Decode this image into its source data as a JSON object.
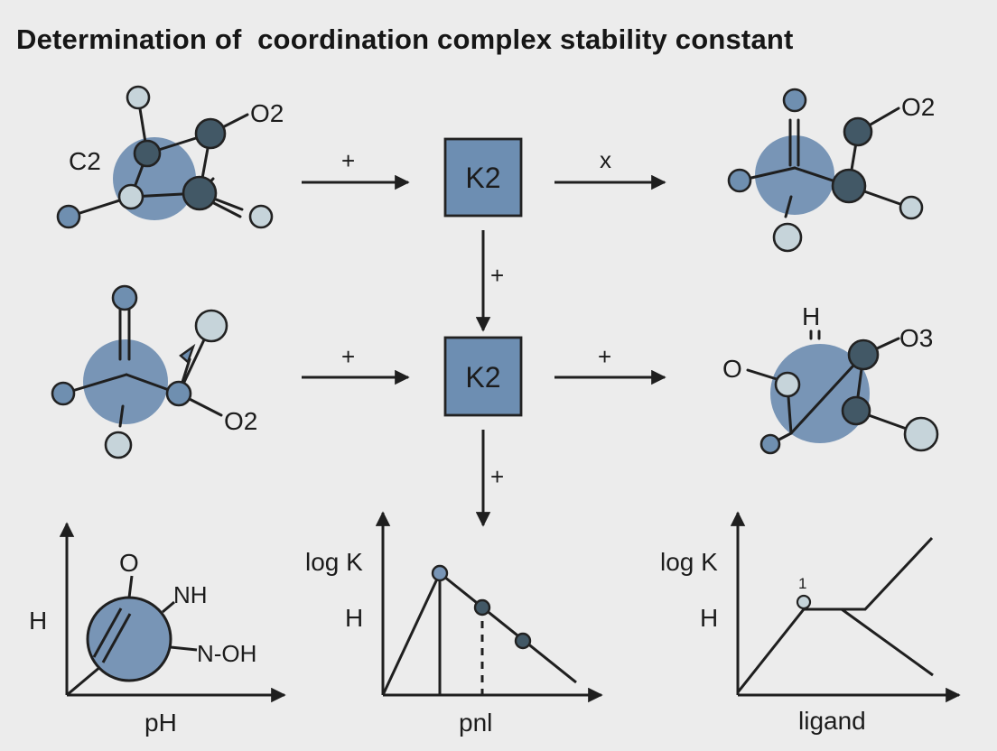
{
  "title": "Determination of  coordination complex stability constant",
  "colors": {
    "background": "#ececec",
    "complex_core": "#7895b6",
    "box_fill": "#6d8eb2",
    "atom_dark": "#425866",
    "atom_mid": "#6f8fb0",
    "atom_light": "#c6d4da"
  },
  "molecules": {
    "top_left": {
      "label_c": "C2",
      "label_o": "O2"
    },
    "top_right": {
      "label_o": "O2"
    },
    "mid_left": {
      "label_o": "O2"
    },
    "mid_right": {
      "label_h": "H",
      "label_o_left": "O",
      "label_o3": "O3"
    }
  },
  "boxes": {
    "top": {
      "label": "K2"
    },
    "mid": {
      "label": "K2"
    }
  },
  "arrows": {
    "top_left_label": "+",
    "top_right_label": "x",
    "down_top_label": "+",
    "mid_left_label": "+",
    "mid_right_label": "+",
    "down_bottom_label": "+"
  },
  "graphs": {
    "left": {
      "ylabel": "H",
      "xlabel": "pH",
      "atom_o": "O",
      "atom_nh": "NH",
      "atom_noh": "N-OH"
    },
    "middle": {
      "ylabel_top": "log K",
      "ylabel": "H",
      "xlabel": "pnl"
    },
    "right": {
      "ylabel_top": "log K",
      "ylabel": "H",
      "xlabel": "ligand",
      "point_label": "1"
    }
  }
}
